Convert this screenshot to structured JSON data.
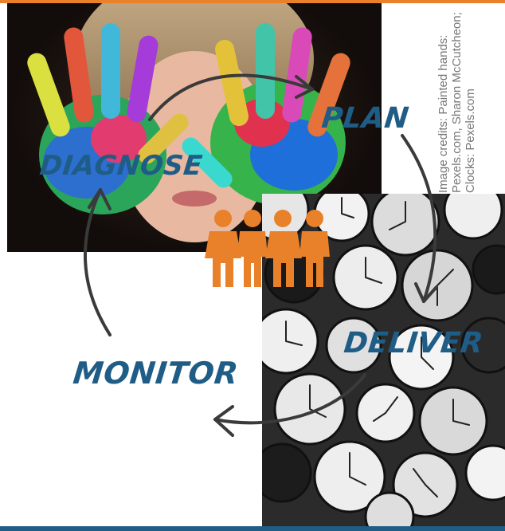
{
  "stages": {
    "plan": "PLAN",
    "diagnose": "DIAGNOSE",
    "deliver": "DELIVER",
    "monitor": "MONITOR"
  },
  "credits": "Image credits: Painted hands: Pexels.com, Sharon McCutcheon; Clocks: Pexels.com",
  "icons": {
    "team": "people-group-icon",
    "hands_photo": "painted-hands-photo",
    "clocks_photo": "clocks-wall-photo"
  },
  "colors": {
    "accent_orange": "#e8812a",
    "label_blue": "#1f5c86",
    "arrow": "#3a3a3a",
    "credits_gray": "#777777"
  }
}
